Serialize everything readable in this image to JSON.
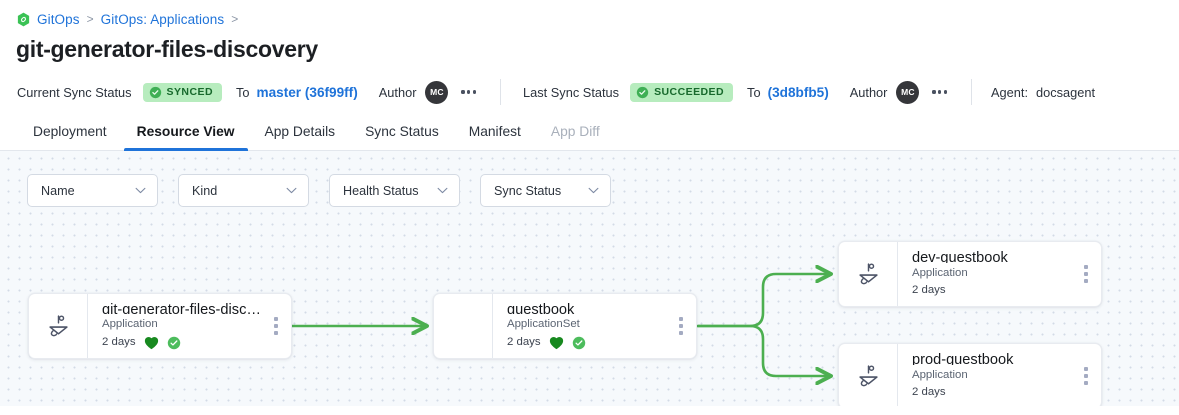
{
  "breadcrumb": {
    "icon": "gitops-hex-link-icon",
    "items": [
      {
        "label": "GitOps",
        "sep": ">"
      },
      {
        "label": "GitOps: Applications",
        "sep": ">"
      }
    ]
  },
  "page_title": "git-generator-files-discovery",
  "status_strip": {
    "current": {
      "label": "Current Sync Status",
      "badge": {
        "text": "SYNCED",
        "icon": "check-circle-icon",
        "bg": "#b7ecbe",
        "fg": "#17692c"
      },
      "to_label": "To",
      "revision": "master (36f99ff)",
      "author_label": "Author",
      "avatar_initials": "MC",
      "kebab": "more-options-icon"
    },
    "last": {
      "label": "Last Sync Status",
      "badge": {
        "text": "SUCCEEDED",
        "icon": "check-circle-icon",
        "bg": "#b7ecbe",
        "fg": "#17692c"
      },
      "to_label": "To",
      "revision": "(3d8bfb5)",
      "author_label": "Author",
      "avatar_initials": "MC",
      "kebab": "more-options-icon"
    },
    "agent_label": "Agent:",
    "agent_value": "docsagent"
  },
  "tabs": [
    {
      "label": "Deployment",
      "state": "normal"
    },
    {
      "label": "Resource View",
      "state": "active"
    },
    {
      "label": "App Details",
      "state": "normal"
    },
    {
      "label": "Sync Status",
      "state": "normal"
    },
    {
      "label": "Manifest",
      "state": "normal"
    },
    {
      "label": "App Diff",
      "state": "disabled"
    }
  ],
  "filters": [
    {
      "label": "Name",
      "icon": "chevron-down-icon"
    },
    {
      "label": "Kind",
      "icon": "chevron-down-icon"
    },
    {
      "label": "Health Status",
      "icon": "chevron-down-icon"
    },
    {
      "label": "Sync Status",
      "icon": "chevron-down-icon"
    }
  ],
  "graph": {
    "accent_edge_color": "#4caf50",
    "nodes": [
      {
        "id": "root",
        "title": "git-generator-files-disco...",
        "kind": "Application",
        "age": "2 days",
        "has_icon": true,
        "health": "healthy-heart-icon",
        "sync": "synced-check-icon",
        "kebab": "more-options-icon"
      },
      {
        "id": "appset",
        "title": "guestbook",
        "kind": "ApplicationSet",
        "age": "2 days",
        "has_icon": false,
        "health": "healthy-heart-icon",
        "sync": "synced-check-icon",
        "kebab": "more-options-icon"
      },
      {
        "id": "dev",
        "title": "dev-guestbook",
        "kind": "Application",
        "age": "2 days",
        "has_icon": true,
        "health": null,
        "sync": null,
        "kebab": "more-options-icon"
      },
      {
        "id": "prod",
        "title": "prod-guestbook",
        "kind": "Application",
        "age": "2 days",
        "has_icon": true,
        "health": null,
        "sync": null,
        "kebab": "more-options-icon"
      }
    ]
  }
}
